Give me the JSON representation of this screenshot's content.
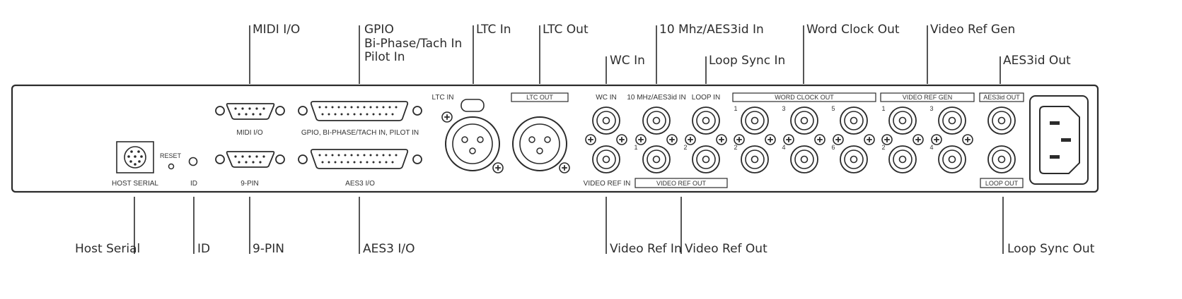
{
  "callouts": {
    "midi_io": "MIDI I/O",
    "gpio_1": "GPIO",
    "gpio_2": "Bi-Phase/Tach In",
    "gpio_3": "Pilot In",
    "ltc_in": "LTC In",
    "ltc_out": "LTC Out",
    "wc_in": "WC In",
    "tenmhz": "10 Mhz/AES3id In",
    "loop_sync_in": "Loop Sync In",
    "word_clock_out": "Word Clock Out",
    "video_ref_gen": "Video Ref Gen",
    "aes3id_out": "AES3id Out",
    "host_serial": "Host Serial",
    "id": "ID",
    "nine_pin": "9-PIN",
    "aes3_io": "AES3 I/O",
    "video_ref_in": "Video Ref In",
    "video_ref_out": "Video Ref Out",
    "loop_sync_out": "Loop Sync Out"
  },
  "panel_labels": {
    "midi_io": "MIDI I/O",
    "gpio": "GPIO, BI-PHASE/TACH IN, PILOT IN",
    "ltc_in": "LTC IN",
    "ltc_out": "LTC OUT",
    "wc_in": "WC IN",
    "tenmhz": "10 MHz/AES3id IN",
    "loop_in": "LOOP IN",
    "word_clock_out": "WORD CLOCK OUT",
    "video_ref_gen": "VIDEO REF GEN",
    "aes3id_out": "AES3id OUT",
    "reset": "RESET",
    "host_serial": "HOST SERIAL",
    "id": "ID",
    "nine_pin": "9-PIN",
    "aes3_io": "AES3 I/O",
    "video_ref_in": "VIDEO REF IN",
    "video_ref_out": "VIDEO REF OUT",
    "loop_out": "LOOP OUT"
  },
  "port_numbers": {
    "vro_1": "1",
    "vro_2": "2",
    "wc_1": "1",
    "wc_2": "2",
    "wc_3": "3",
    "wc_4": "4",
    "wc_5": "5",
    "wc_6": "6",
    "vrg_1": "1",
    "vrg_2": "2",
    "vrg_3": "3",
    "vrg_4": "4"
  },
  "colors": {
    "line": "#2b2b2b",
    "background": "#ffffff"
  }
}
